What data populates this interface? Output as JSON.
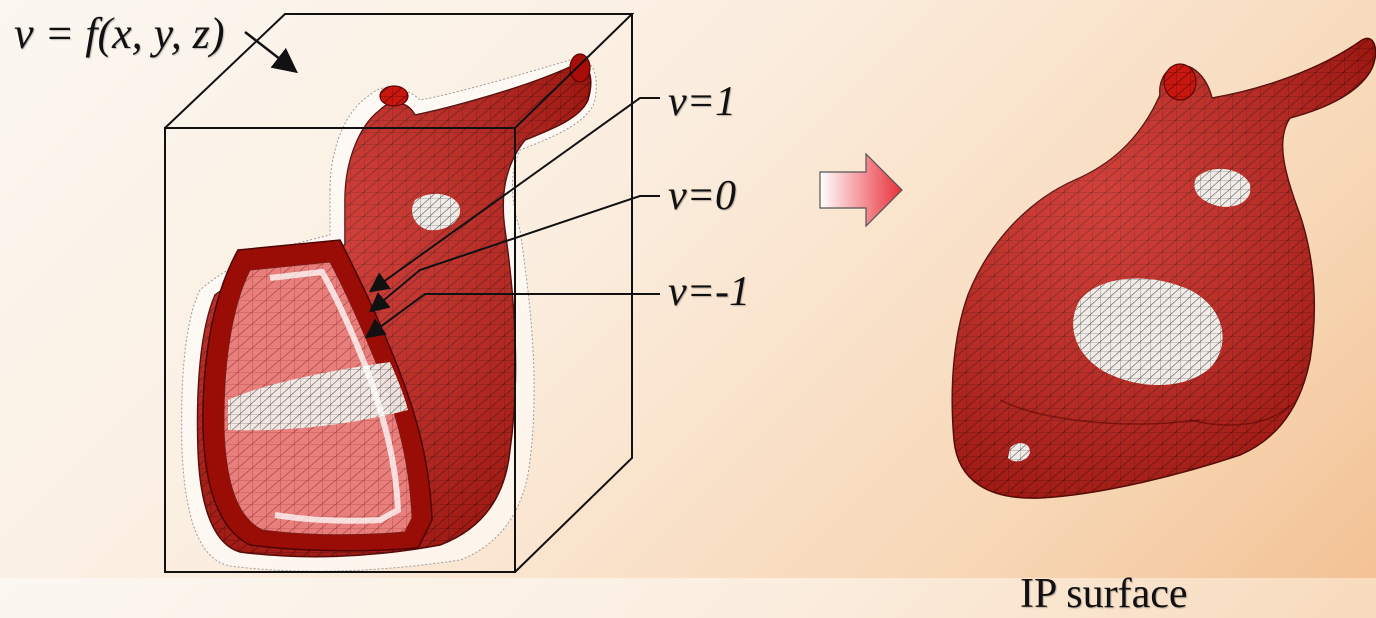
{
  "formula": "v = f(x, y, z)",
  "levels": {
    "outer": "v=1",
    "zero": "v=0",
    "inner": "v=-1"
  },
  "caption": "IP surface",
  "colors": {
    "mesh_red": "#c8170f",
    "mesh_dark_red": "#8a0a06",
    "patch_white": "#f2ece8",
    "arrow_gradient_start": "#ffffff",
    "arrow_gradient_end": "#e8303a"
  }
}
